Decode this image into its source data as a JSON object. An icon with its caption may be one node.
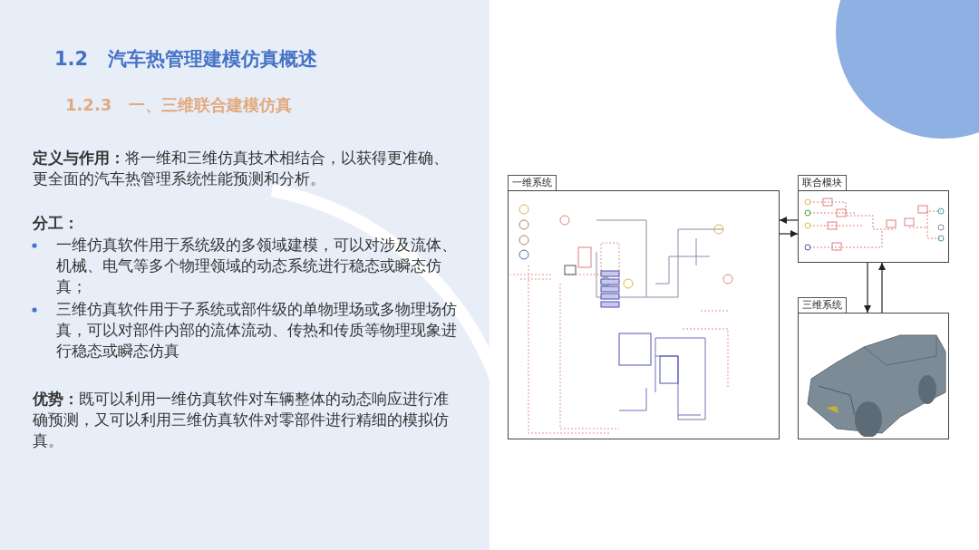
{
  "diagram": {
    "title": "1.2 汽车热管理建模仿真概述",
    "nodes": [
      {
        "text": [
          "一维系统"
        ]
      },
      {
        "text": [
          "联合模块"
        ]
      },
      {
        "text": [
          "三维系统"
        ]
      }
    ],
    "edges": [
      {
        "from": 1,
        "to": 0,
        "arrow": "to"
      },
      {
        "from": 0,
        "to": 1,
        "arrow": "to"
      },
      {
        "from": 1,
        "to": 2,
        "arrow": "to"
      },
      {
        "from": 2,
        "to": 1,
        "arrow": "to"
      }
    ],
    "labels": [
      "1.2.3 一、三维联合建模仿真",
      "**定义与作用：**将一维和三维仿真技术相结合，以获得更准确、更全面的汽车热管理系统性能预测和分析。",
      "分工：",
      "一维仿真软件用于系统级的多领域建模，可以对涉及流体、机械、电气等多个物理领域的动态系统进行稳态或瞬态仿真；",
      "三维仿真软件用于子系统或部件级的单物理场或多物理场仿真，可以对部件内部的流体流动、传热和传质等物理现象进行稳态或瞬态仿真",
      "**优势：**既可以利用一维仿真软件对车辆整体的动态响应进行准确预测，又可以利用三维仿真软件对零部件进行精细的模拟仿真。"
    ]
  }
}
